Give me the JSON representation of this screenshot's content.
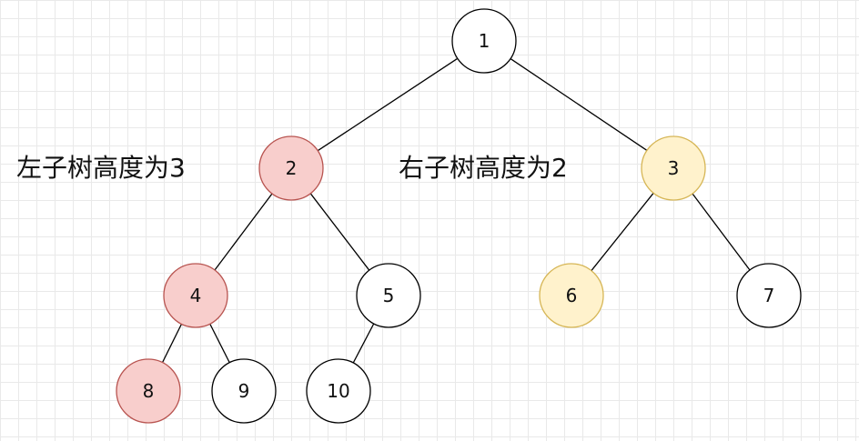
{
  "annotations": {
    "left_subtree": "左子树高度为3",
    "right_subtree": "右子树高度为2"
  },
  "colors": {
    "plain_fill": "#ffffff",
    "plain_stroke": "#000000",
    "left_fill": "#f8cecc",
    "left_stroke": "#b85450",
    "right_fill": "#fff2cc",
    "right_stroke": "#d6b656"
  },
  "tree": {
    "nodes": [
      {
        "id": "n1",
        "label": "1",
        "group": "plain"
      },
      {
        "id": "n2",
        "label": "2",
        "group": "left"
      },
      {
        "id": "n3",
        "label": "3",
        "group": "right"
      },
      {
        "id": "n4",
        "label": "4",
        "group": "left"
      },
      {
        "id": "n5",
        "label": "5",
        "group": "plain"
      },
      {
        "id": "n6",
        "label": "6",
        "group": "right"
      },
      {
        "id": "n7",
        "label": "7",
        "group": "plain"
      },
      {
        "id": "n8",
        "label": "8",
        "group": "left"
      },
      {
        "id": "n9",
        "label": "9",
        "group": "plain"
      },
      {
        "id": "n10",
        "label": "10",
        "group": "plain"
      }
    ],
    "edges": [
      [
        "n1",
        "n2"
      ],
      [
        "n1",
        "n3"
      ],
      [
        "n2",
        "n4"
      ],
      [
        "n2",
        "n5"
      ],
      [
        "n3",
        "n6"
      ],
      [
        "n3",
        "n7"
      ],
      [
        "n4",
        "n8"
      ],
      [
        "n4",
        "n9"
      ],
      [
        "n5",
        "n10"
      ]
    ]
  }
}
